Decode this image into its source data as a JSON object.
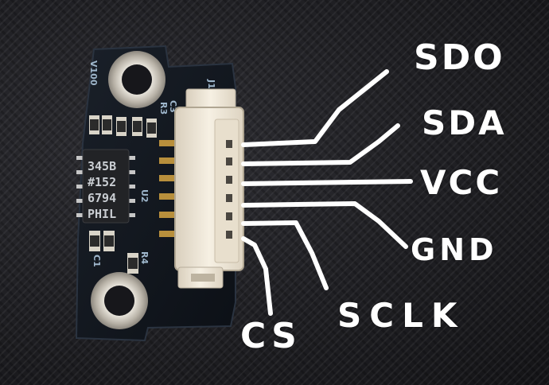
{
  "colors": {
    "fabric": "#1f1f23",
    "pcb": "#10151c",
    "silkscreen": "#9fb7cc",
    "annotation": "#ffffff",
    "connector": "#efe6d6",
    "gold": "#c9a24a"
  },
  "chip": {
    "line1": "345B",
    "line2": "#152",
    "line3": "6794",
    "line4": "PHIL"
  },
  "silkscreen": {
    "j1": "J1",
    "u2": "U2",
    "r3": "R3",
    "r4": "R4",
    "c1": "C1",
    "c3": "C3",
    "v100": "V100"
  },
  "labels": {
    "sdo": "SDO",
    "sda": "SDA",
    "vcc": "VCC",
    "gnd": "GND",
    "sclk": "SCLK",
    "cs": "CS"
  }
}
